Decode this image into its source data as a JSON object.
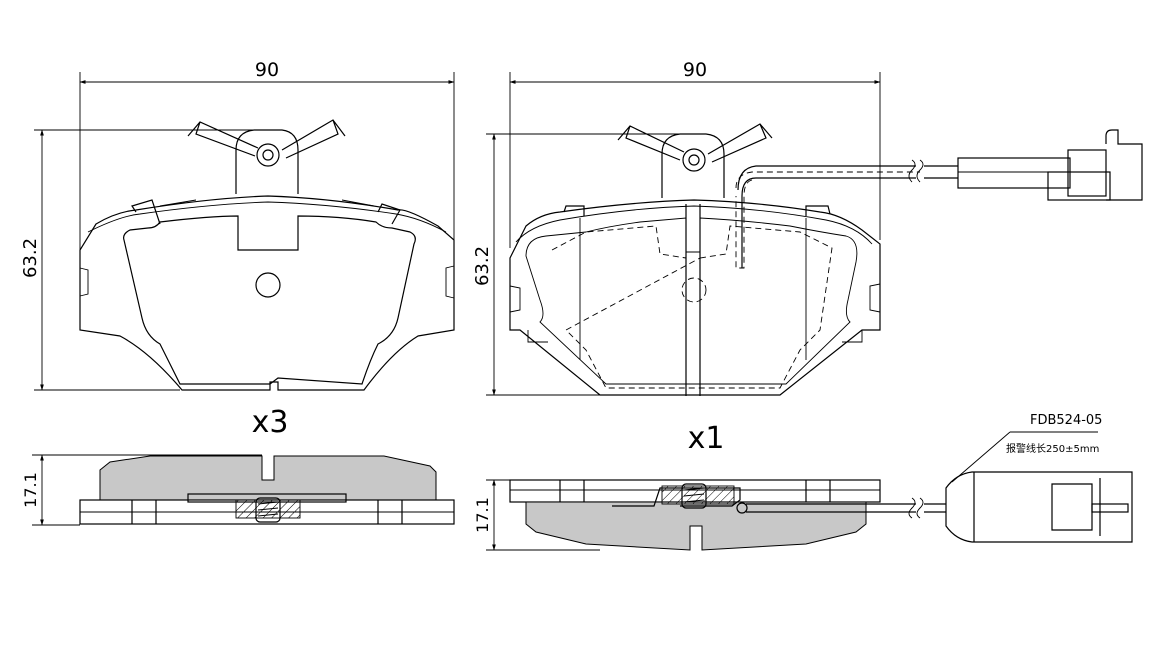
{
  "dimensions": {
    "left_width": "90",
    "left_height": "63.2",
    "right_width": "90",
    "right_height": "63.2",
    "left_thickness": "17.1",
    "right_thickness": "17.1"
  },
  "quantities": {
    "left_qty": "x3",
    "right_qty": "x1"
  },
  "sensor": {
    "part_number": "FDB524-05",
    "wire_note": "报警线长250±5mm"
  }
}
